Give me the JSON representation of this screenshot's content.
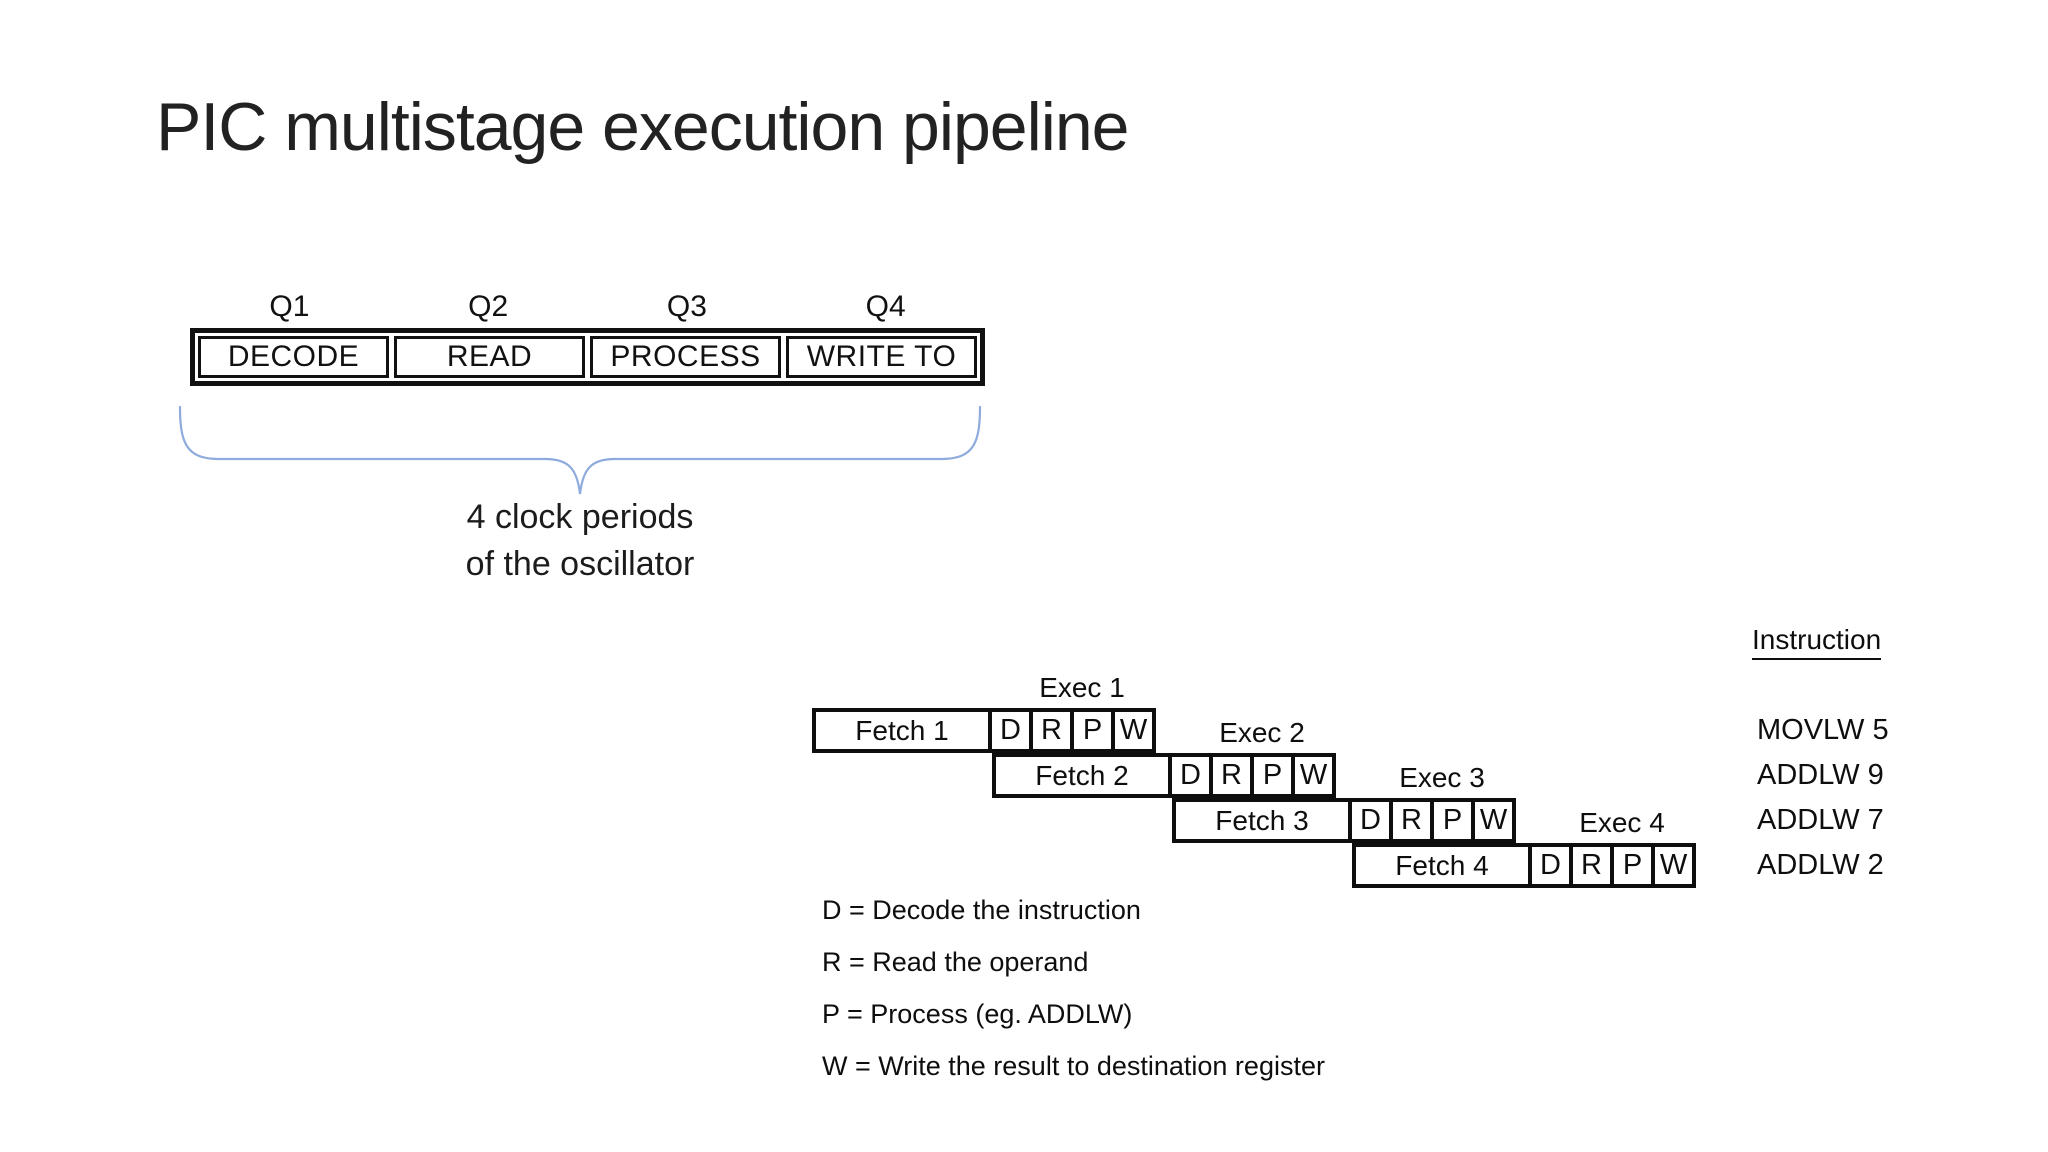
{
  "slide": {
    "title": "PIC multistage execution pipeline",
    "background_color": "#ffffff"
  },
  "clock_diagram": {
    "phases": [
      {
        "label": "Q1",
        "stage": "DECODE"
      },
      {
        "label": "Q2",
        "stage": "READ"
      },
      {
        "label": "Q3",
        "stage": "PROCESS"
      },
      {
        "label": "Q4",
        "stage": "WRITE TO"
      }
    ],
    "brace_color": "#8faadc",
    "caption_line1": "4 clock periods",
    "caption_line2": "of the oscillator"
  },
  "pipeline": {
    "stage_letters": [
      "D",
      "R",
      "P",
      "W"
    ],
    "rows": [
      {
        "fetch": "Fetch 1",
        "exec": "Exec 1",
        "instruction": "MOVLW 5"
      },
      {
        "fetch": "Fetch 2",
        "exec": "Exec 2",
        "instruction": "ADDLW 9"
      },
      {
        "fetch": "Fetch 3",
        "exec": "Exec 3",
        "instruction": "ADDLW 7"
      },
      {
        "fetch": "Fetch 4",
        "exec": "Exec 4",
        "instruction": "ADDLW 2"
      }
    ],
    "instruction_header": "Instruction",
    "legend": [
      "D = Decode the instruction",
      "R = Read the operand",
      "P = Process (eg. ADDLW)",
      "W = Write the result to destination register"
    ]
  }
}
